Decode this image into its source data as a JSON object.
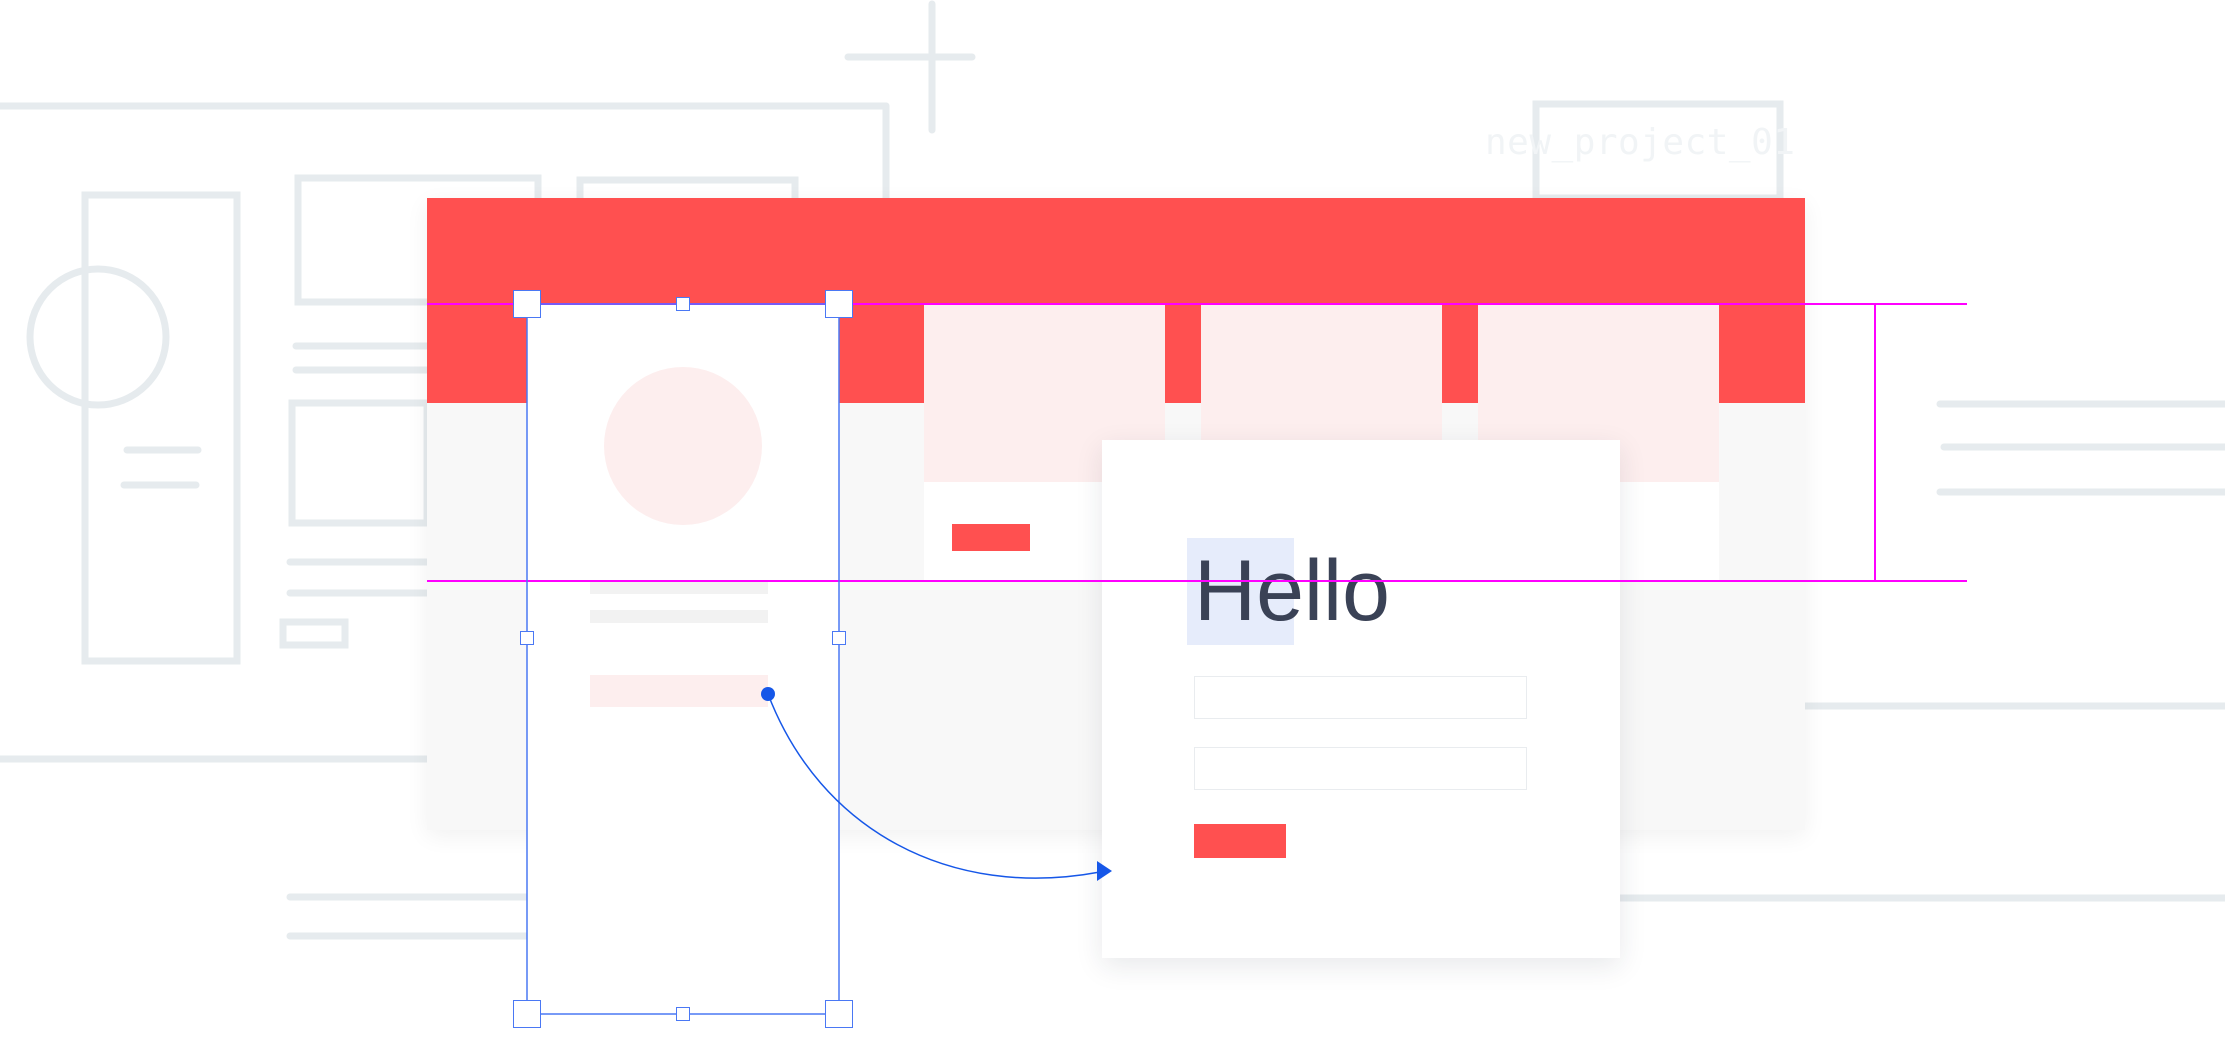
{
  "project": {
    "filename": "new_project_01"
  },
  "hello_card": {
    "heading": "Hello",
    "first_field": {
      "value": "",
      "placeholder": ""
    },
    "second_field": {
      "value": "",
      "placeholder": ""
    },
    "button_label": ""
  },
  "colors": {
    "accent": "#ff5050",
    "accent_light": "#fdeeee",
    "selection": "#4a78f4",
    "connector": "#1657e8",
    "guide": "#ff00ff",
    "sketch": "#e6ebee",
    "heading_text": "#3a4256",
    "text_highlight": "#e6ecfb"
  },
  "icons": {
    "connector_start": "dot",
    "connector_end": "arrowhead"
  }
}
